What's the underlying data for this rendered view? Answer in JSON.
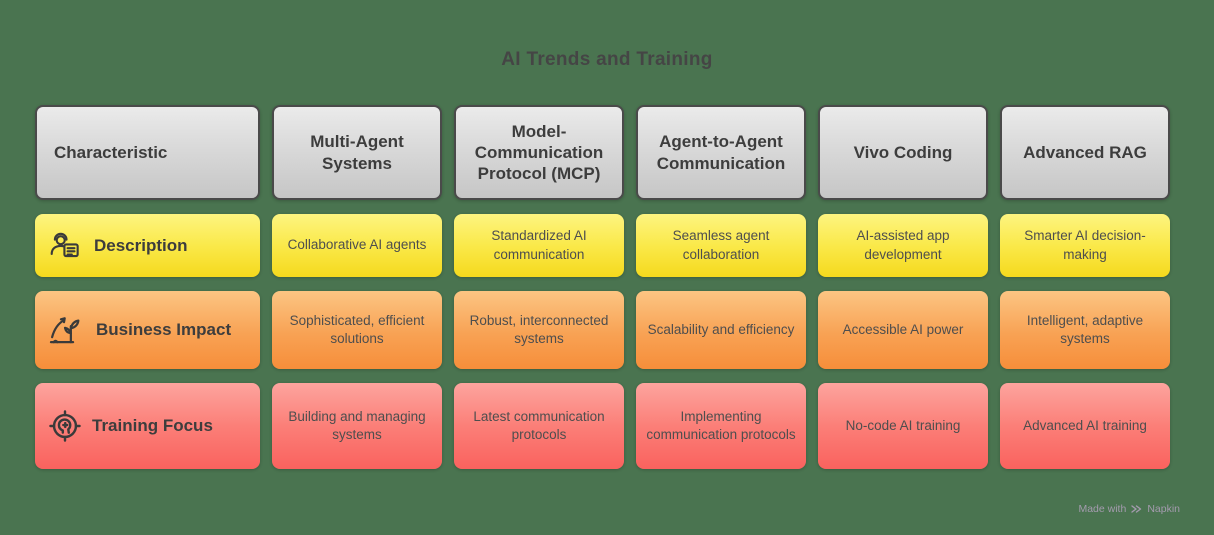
{
  "title": "AI Trends and Training",
  "colors": {
    "background": "#4a7450",
    "header_fill_top": "#ebebeb",
    "header_fill_bottom": "#c6c6c6",
    "header_border": "#4a4a4a",
    "yellow_top": "#fdf480",
    "yellow_bottom": "#f5d91d",
    "orange_top": "#fcc583",
    "orange_bottom": "#f68e3a",
    "red_top": "#fda49e",
    "red_bottom": "#fa625e",
    "text": "#3d3d3d"
  },
  "table": {
    "header": [
      "Characteristic",
      "Multi-Agent Systems",
      "Model-Communication Protocol (MCP)",
      "Agent-to-Agent Communication",
      "Vivo Coding",
      "Advanced RAG"
    ],
    "rows": [
      {
        "label": "Description",
        "icon": "person-document-icon",
        "theme": "yellow",
        "cells": [
          "Collaborative AI agents",
          "Standardized AI communication",
          "Seamless agent collaboration",
          "AI-assisted app development",
          "Smarter AI decision-making"
        ]
      },
      {
        "label": "Business Impact",
        "icon": "growth-plant-icon",
        "theme": "orange",
        "cells": [
          "Sophisticated, efficient solutions",
          "Robust, interconnected systems",
          "Scalability and efficiency",
          "Accessible AI power",
          "Intelligent, adaptive systems"
        ]
      },
      {
        "label": "Training Focus",
        "icon": "focus-target-icon",
        "theme": "red",
        "cells": [
          "Building and managing systems",
          "Latest communication protocols",
          "Implementing communication protocols",
          "No-code AI training",
          "Advanced AI training"
        ]
      }
    ]
  },
  "watermark": {
    "prefix": "Made with",
    "brand": "Napkin"
  }
}
